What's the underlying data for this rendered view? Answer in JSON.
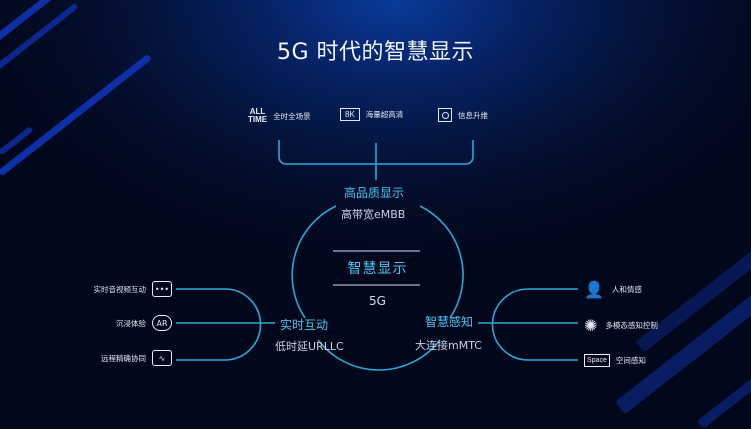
{
  "title": "5G 时代的智慧显示",
  "top_features": [
    {
      "icon": "all-time-icon",
      "icon_text_1": "ALL",
      "icon_text_2": "TIME",
      "label": "全时全场景"
    },
    {
      "icon": "8k-icon",
      "icon_text": "8K",
      "label": "海量超高清"
    },
    {
      "icon": "info-upgrade-icon",
      "label": "信息升维"
    }
  ],
  "center": {
    "title": "智慧显示",
    "subtitle": "5G"
  },
  "nodes": {
    "top": {
      "label": "高品质显示",
      "sub": "高带宽eMBB"
    },
    "left": {
      "label": "实时互动",
      "sub": "低时延URLLC"
    },
    "right": {
      "label": "智慧感知",
      "sub": "大连接mMTC"
    }
  },
  "left_features": [
    {
      "icon": "chat-icon",
      "label": "实时音视频互动"
    },
    {
      "icon": "ar-icon",
      "icon_text": "AR",
      "label": "沉浸体验"
    },
    {
      "icon": "remote-monitor-icon",
      "label": "远程精确协同"
    }
  ],
  "right_features": [
    {
      "icon": "person-filter-icon",
      "label": "人和情感"
    },
    {
      "icon": "multimodal-icon",
      "label": "多模态感知控制"
    },
    {
      "icon": "space-icon",
      "icon_text": "Space",
      "label": "空间感知"
    }
  ],
  "colors": {
    "accent": "#4ec3ef",
    "line": "#2aa7d6",
    "background": "#030b26",
    "stripe": "#0d2fa8"
  }
}
